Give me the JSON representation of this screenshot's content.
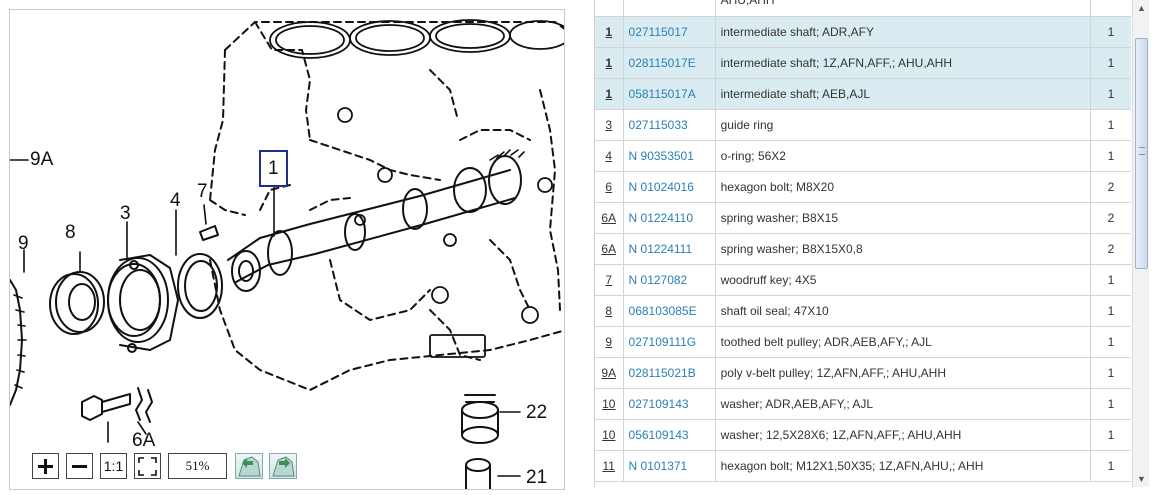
{
  "diagram": {
    "callouts": {
      "c9a": "9A",
      "c9": "9",
      "c8": "8",
      "c3": "3",
      "c4": "4",
      "c7": "7",
      "c1": "1",
      "c22": "22",
      "c6a": "6A",
      "c21": "21"
    },
    "highlighted_callout": "1"
  },
  "toolbar": {
    "zoom_in_icon": "plus-icon",
    "zoom_out_icon": "minus-icon",
    "reset_label": "1:1",
    "fit_icon": "fit-frame-icon",
    "zoom_level": "51%",
    "prev_icon": "image-prev-icon",
    "next_icon": "image-next-icon"
  },
  "parts": {
    "partial_top_description": "AHU,AHH",
    "rows": [
      {
        "pos": "1",
        "number": "027115017",
        "description": "intermediate shaft; ADR,AFY",
        "qty": "1",
        "selected": true
      },
      {
        "pos": "1",
        "number": "028115017E",
        "description": "intermediate shaft; 1Z,AFN,AFF,; AHU,AHH",
        "qty": "1",
        "selected": true
      },
      {
        "pos": "1",
        "number": "058115017A",
        "description": "intermediate shaft; AEB,AJL",
        "qty": "1",
        "selected": true
      },
      {
        "pos": "3",
        "number": "027115033",
        "description": "guide ring",
        "qty": "1",
        "selected": false
      },
      {
        "pos": "4",
        "number": "N 90353501",
        "description": "o-ring; 56X2",
        "qty": "1",
        "selected": false
      },
      {
        "pos": "6",
        "number": "N 01024016",
        "description": "hexagon bolt; M8X20",
        "qty": "2",
        "selected": false
      },
      {
        "pos": "6A",
        "number": "N 01224110",
        "description": "spring washer; B8X15",
        "qty": "2",
        "selected": false
      },
      {
        "pos": "6A",
        "number": "N 01224111",
        "description": "spring washer; B8X15X0,8",
        "qty": "2",
        "selected": false
      },
      {
        "pos": "7",
        "number": "N 0127082",
        "description": "woodruff key; 4X5",
        "qty": "1",
        "selected": false
      },
      {
        "pos": "8",
        "number": "068103085E",
        "description": "shaft oil seal; 47X10",
        "qty": "1",
        "selected": false
      },
      {
        "pos": "9",
        "number": "027109111G",
        "description": "toothed belt pulley; ADR,AEB,AFY,; AJL",
        "qty": "1",
        "selected": false
      },
      {
        "pos": "9A",
        "number": "028115021B",
        "description": "poly v-belt pulley; 1Z,AFN,AFF,; AHU,AHH",
        "qty": "1",
        "selected": false
      },
      {
        "pos": "10",
        "number": "027109143",
        "description": "washer; ADR,AEB,AFY,; AJL",
        "qty": "1",
        "selected": false
      },
      {
        "pos": "10",
        "number": "056109143",
        "description": "washer; 12,5X28X6; 1Z,AFN,AFF,; AHU,AHH",
        "qty": "1",
        "selected": false
      },
      {
        "pos": "11",
        "number": "N 0101371",
        "description": "hexagon bolt; M12X1,50X35; 1Z,AFN,AHU,; AHH",
        "qty": "1",
        "selected": false
      }
    ]
  },
  "scrollbar": {
    "up_icon": "arrow-up-icon",
    "down_icon": "arrow-down-icon",
    "position_fraction": 0.1
  }
}
